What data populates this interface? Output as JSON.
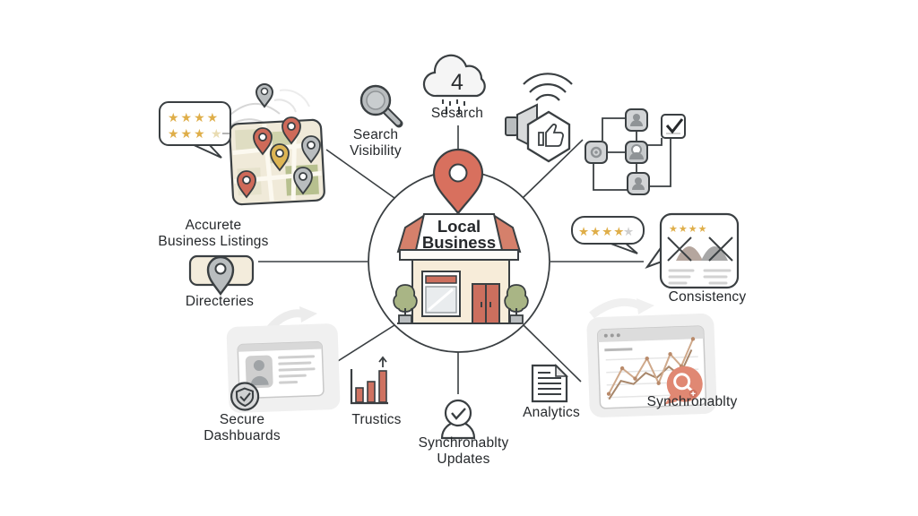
{
  "colors": {
    "accent_salmon": "#d8705e",
    "awning_salmon": "#d5806b",
    "gold_star": "#dfae49",
    "outline_dark": "#3a3f42",
    "icon_gray": "#b9bdbf",
    "cream": "#f7ecd9"
  },
  "center": {
    "sign_line1": "Local",
    "sign_line2": "Business"
  },
  "cloud": {
    "value": "4",
    "label": "Sesarch"
  },
  "labels": {
    "search_visibility": "Search\nVisibility",
    "accurete_listings": "Accurete\nBusiness Listings",
    "directeries": "Directeries",
    "secure_dashboards": "Secure\nDashbuards",
    "trustics": "Trustics",
    "sync_updates": "Synchronablty\nUpdates",
    "analytics": "Analytics",
    "synchronablty": "Synchronablty",
    "consistency": "Consistency"
  },
  "stars": {
    "left_bubble_row1_gold": "★★★★",
    "left_bubble_row2_gold": "★★★",
    "left_bubble_row2_faded": "★",
    "right_bubble_gold": "★★★★",
    "right_bubble_gray": "★",
    "consistency_gold": "★★★★"
  }
}
